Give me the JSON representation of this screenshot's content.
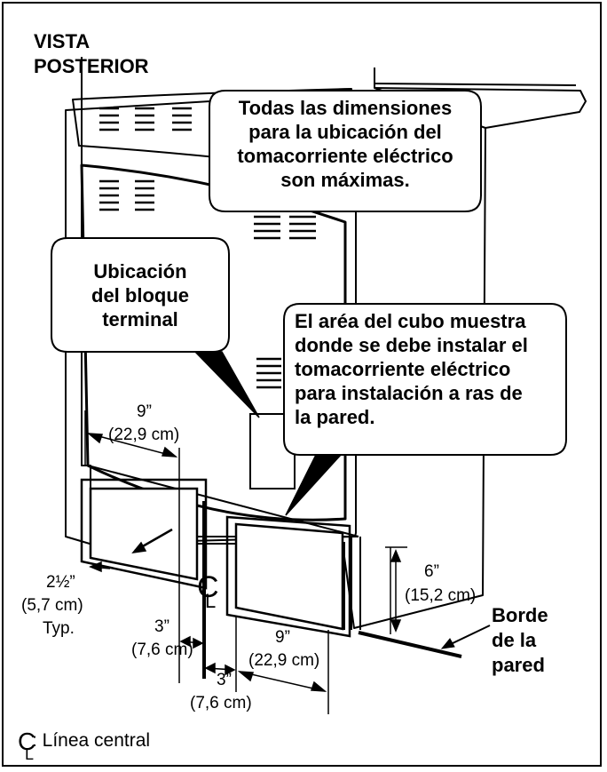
{
  "view_title": [
    "VISTA",
    "POSTERIOR"
  ],
  "callouts": {
    "dimensions_note": [
      "Todas las dimensiones",
      "para la ubicación del",
      "tomacorriente eléctrico",
      "son máximas."
    ],
    "terminal_block": [
      "Ubicación",
      "del bloque",
      "terminal"
    ],
    "cube_area": [
      "El aréa del cubo muestra",
      "donde se debe instalar el",
      "tomacorriente eléctrico",
      "para instalación a ras de",
      "la pared."
    ]
  },
  "dimensions": {
    "upper_width_in": "9”",
    "upper_width_cm": "(22,9 cm)",
    "left_offset_in": "2½”",
    "left_offset_cm": "(5,7 cm)",
    "left_offset_typ": "Typ.",
    "gap_left_in": "3”",
    "gap_left_cm": "(7,6 cm)",
    "gap_right_in": "3”",
    "gap_right_cm": "(7,6 cm)",
    "lower_width_in": "9”",
    "lower_width_cm": "(22,9 cm)",
    "height_in": "6”",
    "height_cm": "(15,2 cm)"
  },
  "wall_edge": [
    "Borde",
    "de la",
    "pared"
  ],
  "centerline_symbol": "C",
  "centerline_subscript": "L",
  "legend": {
    "symbol": "C",
    "subscript": "L",
    "text": ": Línea central"
  }
}
